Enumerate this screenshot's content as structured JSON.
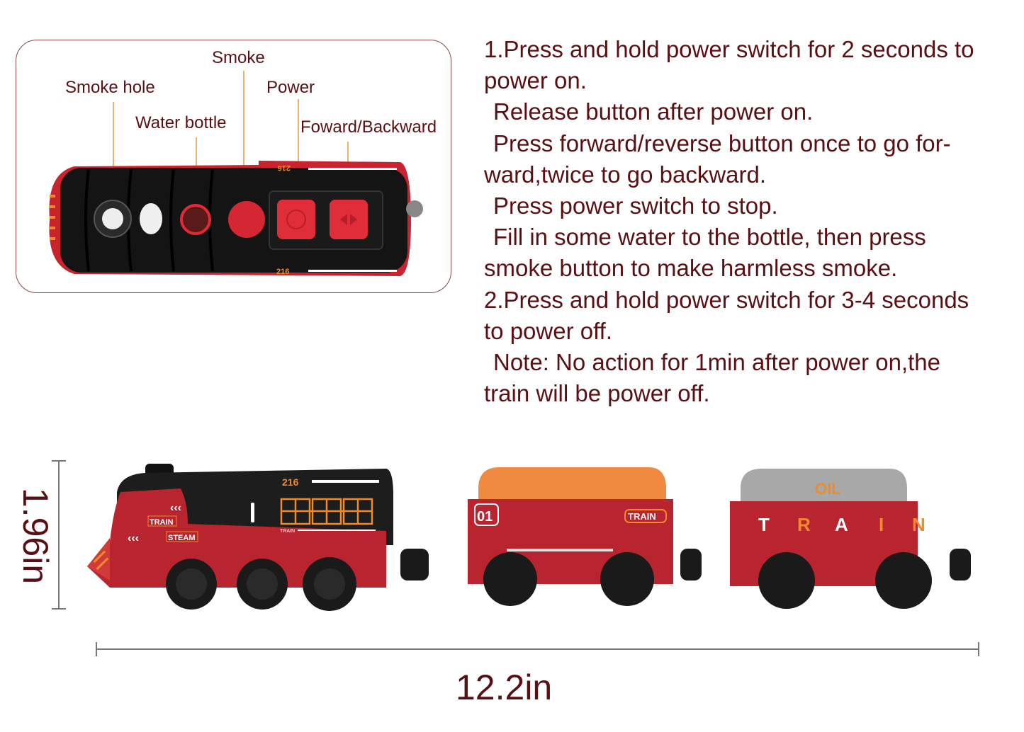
{
  "diagram": {
    "labels": {
      "smoke_hole": "Smoke hole",
      "water_bottle": "Water bottle",
      "smoke": "Smoke",
      "power": "Power",
      "forward_backward": "Foward/Backward"
    },
    "model_number": "216"
  },
  "instructions": [
    "1.Press and hold power switch for 2 seconds to",
    "power on.",
    "Release button after power on.",
    "Press forward/reverse button once to go for-",
    "ward,twice to go backward.",
    "Press power switch to stop.",
    "Fill in some water to the bottle, then press",
    "smoke button to make harmless smoke.",
    "2.Press and hold power switch for 3-4 seconds",
    "to power off.",
    "Note: No action for 1min after power on,the",
    "train will be power off."
  ],
  "train": {
    "locomotive": {
      "number": "216",
      "badge1": "TRAIN",
      "badge2": "STEAM",
      "cab_badge": "TRAIN"
    },
    "car1": {
      "number": "01",
      "badge": "TRAIN"
    },
    "car2": {
      "tank_label": "OIL",
      "side_letters": [
        "T",
        "R",
        "A",
        "I",
        "N"
      ]
    }
  },
  "dimensions": {
    "height": "1.96in",
    "length": "12.2in"
  },
  "colors": {
    "text": "#5a0f12",
    "train_red": "#b8252e",
    "accent_orange": "#f08a2a",
    "black": "#1a1a1a"
  }
}
